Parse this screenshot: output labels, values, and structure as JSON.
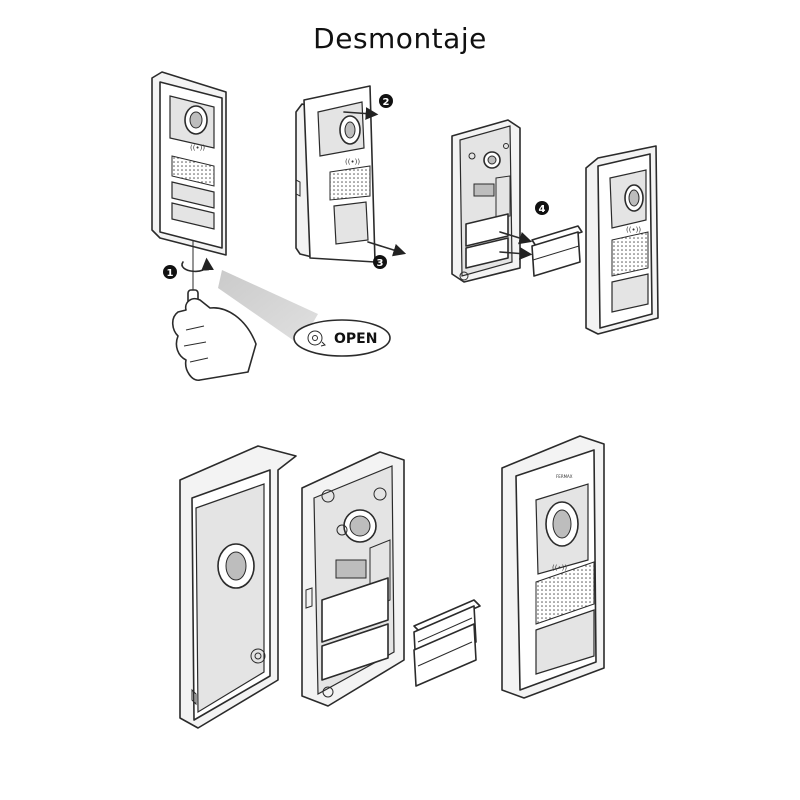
{
  "title": "Desmontaje",
  "callout": {
    "label": "OPEN"
  },
  "steps": [
    "1",
    "2",
    "3",
    "4"
  ],
  "rfid_symbol": "((•))",
  "icons": [
    "screwdriver-hand-icon",
    "unlock-rotate-icon",
    "arrow-icon"
  ]
}
